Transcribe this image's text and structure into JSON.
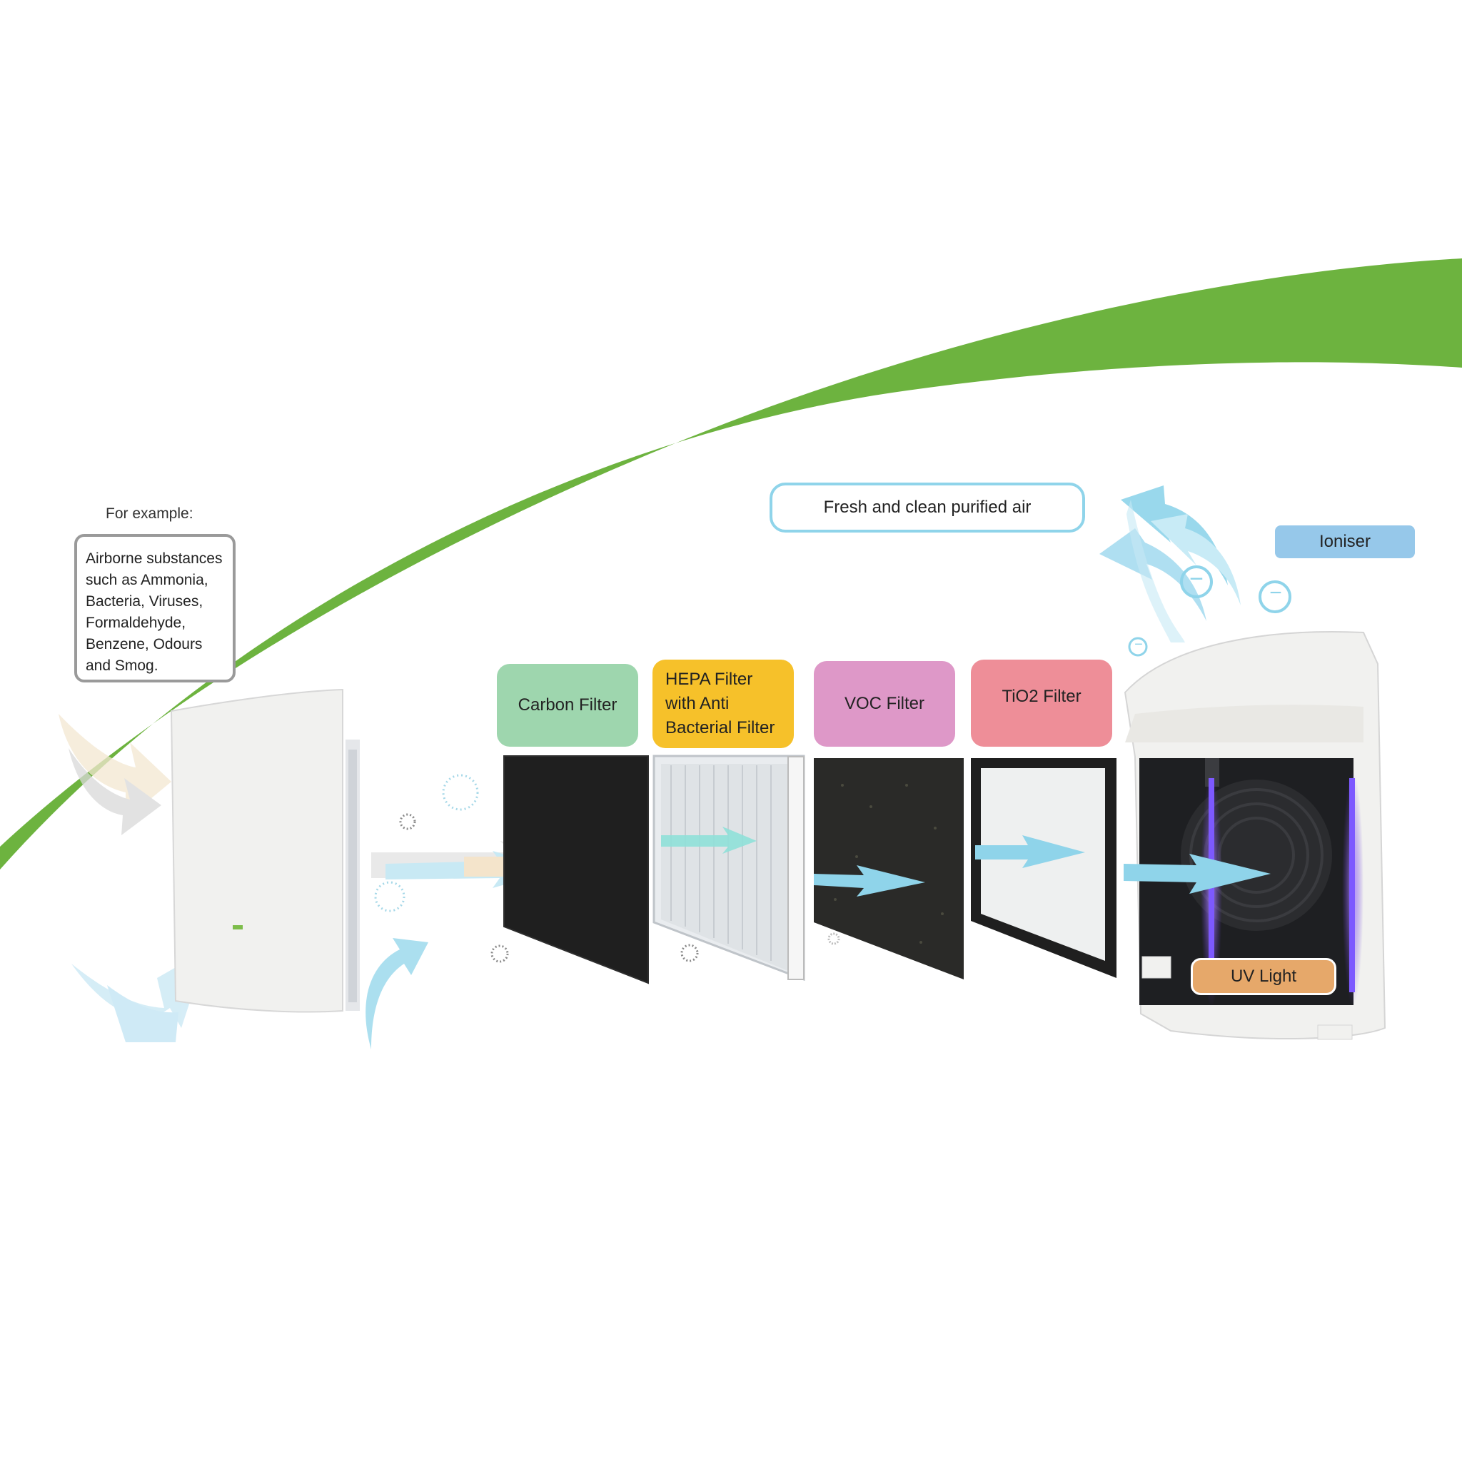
{
  "caption": "For example:",
  "substances_box": {
    "lines": [
      "Airborne substances",
      "such as Ammonia,",
      "Bacteria, Viruses,",
      "Formaldehyde,",
      "Benzene, Odours",
      "and Smog."
    ]
  },
  "fresh_air_label": "Fresh and clean purified air",
  "filters": {
    "carbon": "Carbon Filter",
    "hepa_lines": [
      "HEPA Filter",
      "with Anti",
      "Bacterial Filter"
    ],
    "voc": "VOC Filter",
    "tio2": "TiO2 Filter"
  },
  "ioniser_label": "Ioniser",
  "uv_label": "UV Light",
  "ion_symbol": "−",
  "colors": {
    "swoosh": "#6db33f",
    "carbon": "#9ed6ae",
    "hepa": "#f6c12a",
    "voc": "#de98c8",
    "tio2": "#ee8e98",
    "ioniser": "#96c8ea",
    "uv": "#e6a86a",
    "air_arrow": "#8fd4ea"
  }
}
